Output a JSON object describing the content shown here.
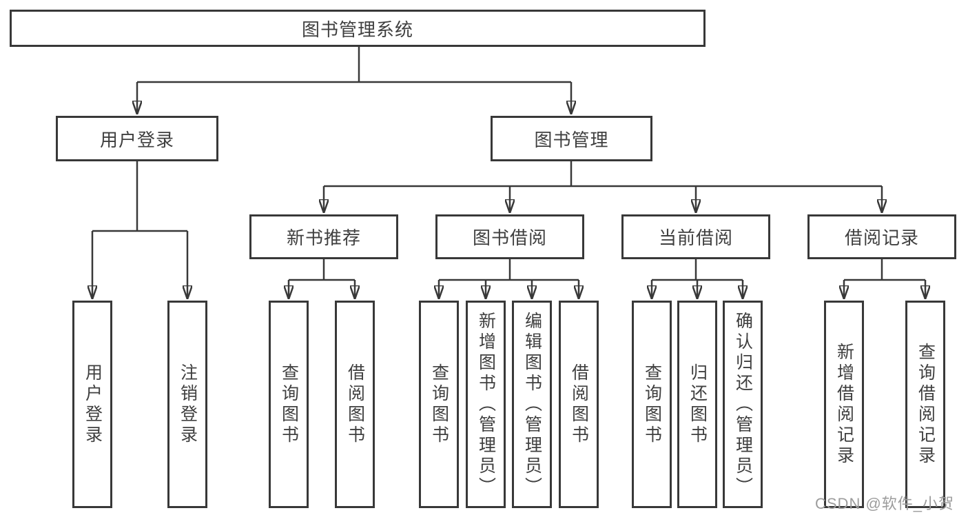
{
  "tree": {
    "label": "图书管理系统",
    "children": [
      {
        "label": "用户登录",
        "children": [
          {
            "label": "用户登录"
          },
          {
            "label": "注销登录"
          }
        ]
      },
      {
        "label": "图书管理",
        "children": [
          {
            "label": "新书推荐",
            "children": [
              {
                "label": "查询图书"
              },
              {
                "label": "借阅图书"
              }
            ]
          },
          {
            "label": "图书借阅",
            "children": [
              {
                "label": "查询图书"
              },
              {
                "label": "新增图书（管理员）"
              },
              {
                "label": "编辑图书（管理员）"
              },
              {
                "label": "借阅图书"
              }
            ]
          },
          {
            "label": "当前借阅",
            "children": [
              {
                "label": "查询图书"
              },
              {
                "label": "归还图书"
              },
              {
                "label": "确认归还（管理员）"
              }
            ]
          },
          {
            "label": "借阅记录",
            "children": [
              {
                "label": "新增借阅记录"
              },
              {
                "label": "查询借阅记录"
              }
            ]
          }
        ]
      }
    ]
  },
  "watermark": "CSDN @软件_小贺同学",
  "colors": {
    "line": "#383838",
    "text": "#3f3f3f",
    "watermark": "#9c9c9c",
    "background": "#ffffff"
  }
}
